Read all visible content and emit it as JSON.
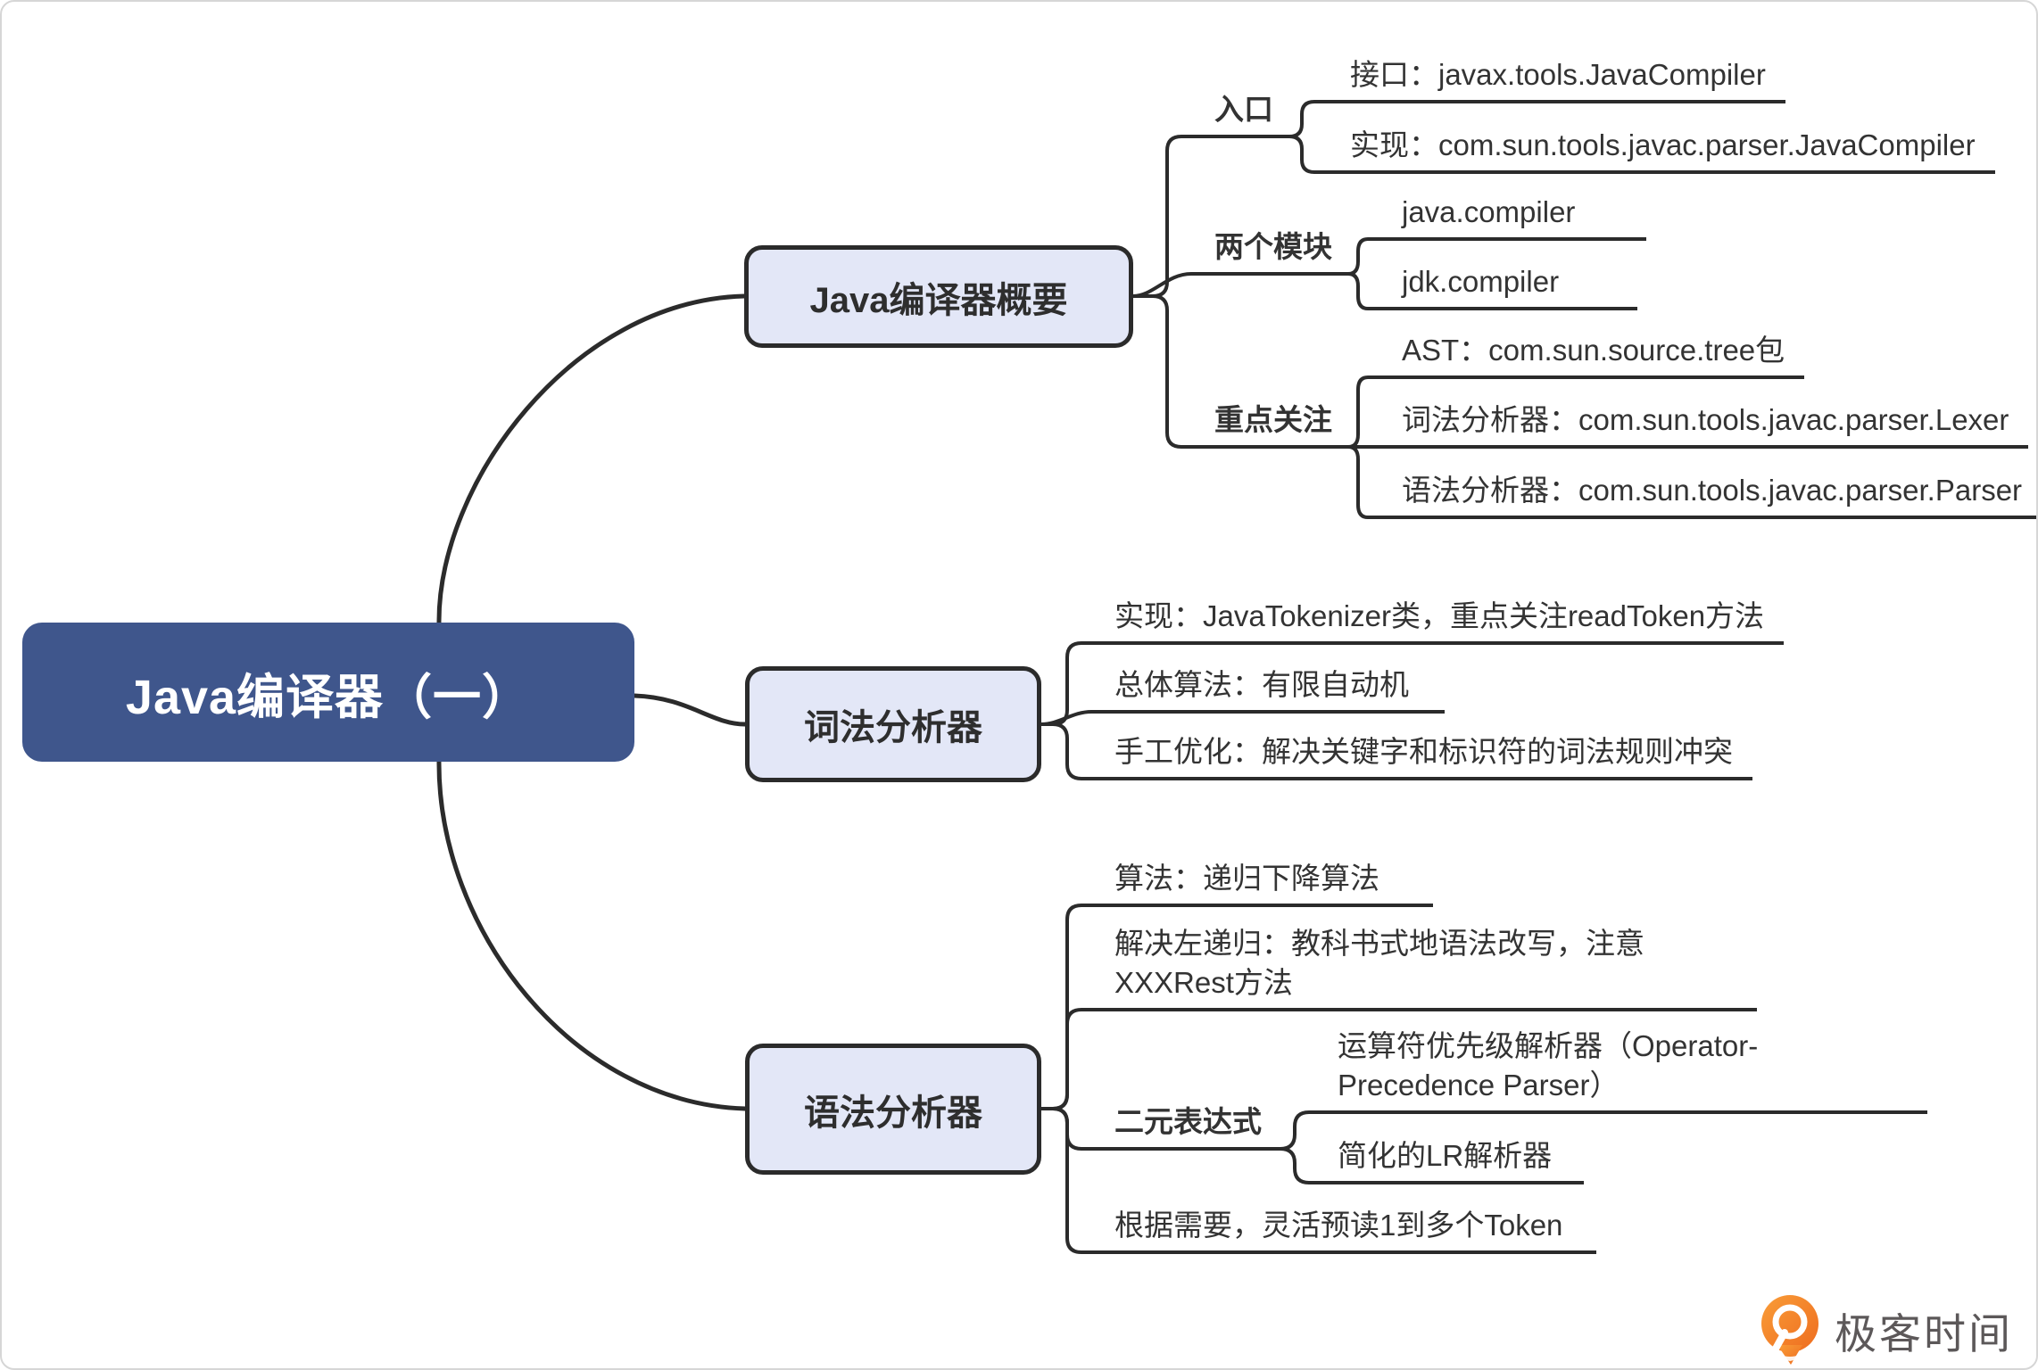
{
  "root": {
    "label": "Java编译器（一）"
  },
  "branches": [
    {
      "label": "Java编译器概要",
      "groups": [
        {
          "label": "入口",
          "children": [
            "接口：javax.tools.JavaCompiler",
            "实现：com.sun.tools.javac.parser.JavaCompiler"
          ]
        },
        {
          "label": "两个模块",
          "children": [
            "java.compiler",
            "jdk.compiler"
          ]
        },
        {
          "label": "重点关注",
          "children": [
            "AST：com.sun.source.tree包",
            "词法分析器：com.sun.tools.javac.parser.Lexer",
            "语法分析器：com.sun.tools.javac.parser.Parser"
          ]
        }
      ]
    },
    {
      "label": "词法分析器",
      "children": [
        "实现：JavaTokenizer类，重点关注readToken方法",
        "总体算法：有限自动机",
        "手工优化：解决关键字和标识符的词法规则冲突"
      ]
    },
    {
      "label": "语法分析器",
      "children": [
        "算法：递归下降算法",
        "解决左递归：教科书式地语法改写，注意XXXRest方法"
      ],
      "groups": [
        {
          "label": "二元表达式",
          "children": [
            "运算符优先级解析器（Operator-Precedence Parser）",
            "简化的LR解析器"
          ]
        }
      ],
      "children_after": [
        "根据需要，灵活预读1到多个Token"
      ]
    }
  ],
  "watermark": {
    "label": "极客时间"
  },
  "colors": {
    "root_bg": "#3f568c",
    "root_text": "#ffffff",
    "topic_bg": "#e3e7f7",
    "line": "#2b2b2b",
    "text": "#333333",
    "logo_orange": "#ee6c1f",
    "logo_text": "#5c5859"
  }
}
